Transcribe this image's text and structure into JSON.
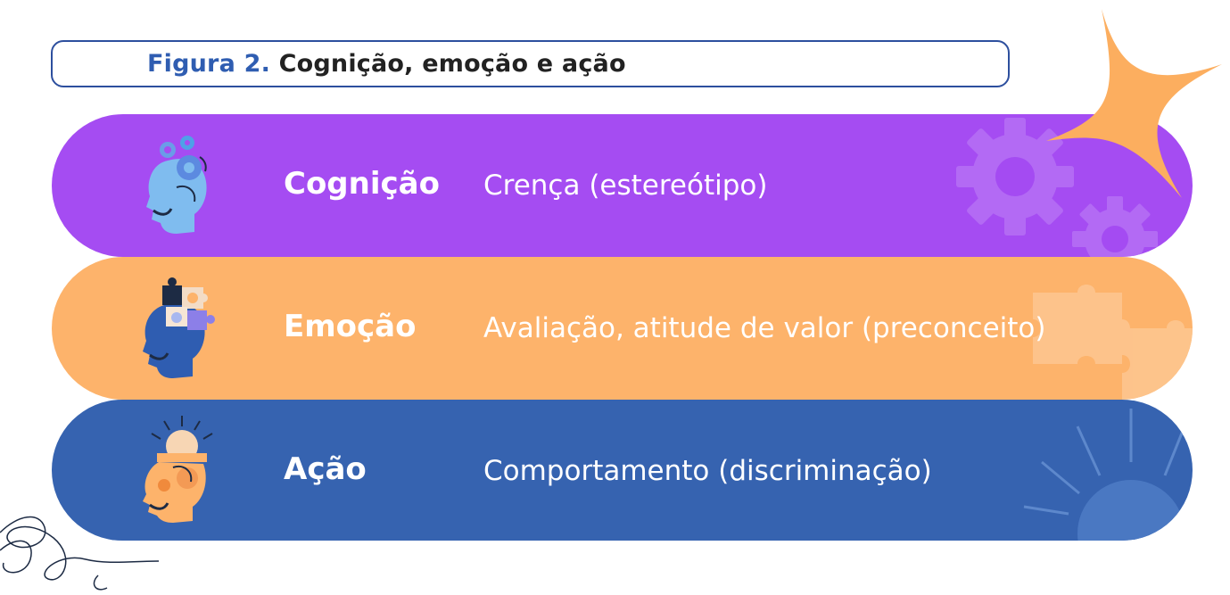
{
  "title": {
    "prefix": "Figura 2.",
    "main": "Cognição, emoção e ação"
  },
  "rows": [
    {
      "label": "Cognição",
      "description": "Crença (estereótipo)",
      "color": "#a54cf2",
      "icon": "head-gears-icon"
    },
    {
      "label": "Emoção",
      "description": "Avaliação, atitude de valor (preconceito)",
      "color": "#fdb36b",
      "icon": "head-puzzle-icon"
    },
    {
      "label": "Ação",
      "description": "Comportamento (discriminação)",
      "color": "#3663b0",
      "icon": "head-lightbulb-icon"
    }
  ],
  "accent_colors": {
    "title_prefix": "#2f5db1",
    "star": "#fcae5f",
    "border": "#2d4f9e"
  }
}
